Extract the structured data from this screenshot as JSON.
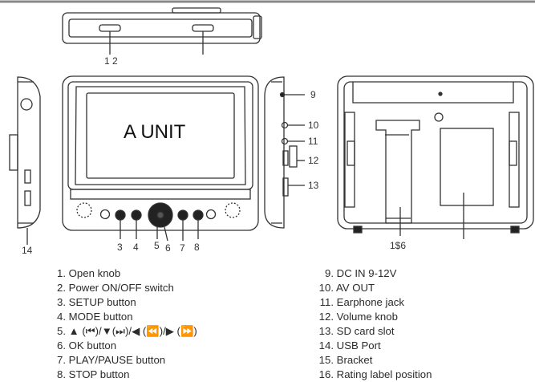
{
  "diagram": {
    "main_label": "A UNIT",
    "callouts": {
      "top_view": "1 2",
      "front": [
        "3",
        "4",
        "5",
        "6",
        "7",
        "8"
      ],
      "side": [
        "9",
        "10",
        "11",
        "12",
        "13"
      ],
      "left_side": "14",
      "back": "1$6"
    }
  },
  "legend": {
    "left": [
      {
        "num": "1.",
        "text": "Open knob"
      },
      {
        "num": "2.",
        "text": "Power ON/OFF switch"
      },
      {
        "num": "3.",
        "text": "SETUP button"
      },
      {
        "num": "4.",
        "text": "MODE  button"
      },
      {
        "num": "5.",
        "text": "▲ (⏮)/▼(⏭)/◀ (⏪)/▶ (⏩)"
      },
      {
        "num": "6.",
        "text": "OK button"
      },
      {
        "num": "7.",
        "text": "PLAY/PAUSE button"
      },
      {
        "num": "8.",
        "text": "STOP button"
      }
    ],
    "right": [
      {
        "num": "9.",
        "text": "DC IN 9-12V"
      },
      {
        "num": "10.",
        "text": "AV OUT"
      },
      {
        "num": "11.",
        "text": "Earphone jack"
      },
      {
        "num": "12.",
        "text": "Volume knob"
      },
      {
        "num": "13.",
        "text": "SD card slot"
      },
      {
        "num": "14.",
        "text": "USB Port"
      },
      {
        "num": "15.",
        "text": "Bracket"
      },
      {
        "num": "16.",
        "text": "Rating label position"
      }
    ]
  }
}
